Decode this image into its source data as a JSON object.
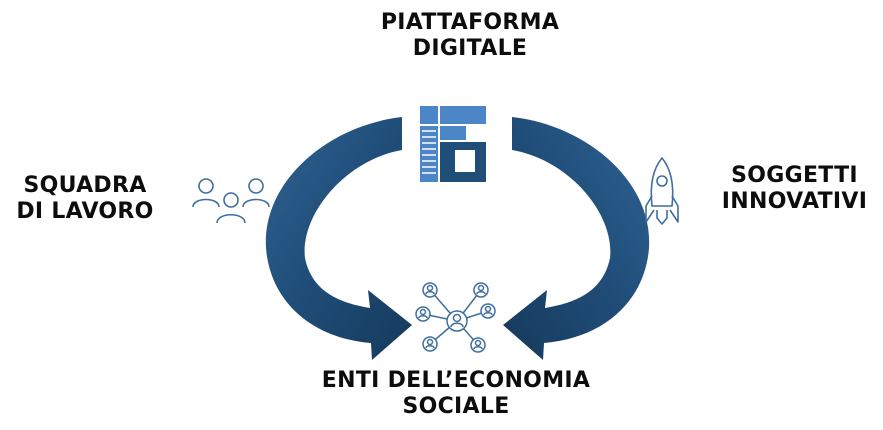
{
  "nodes": {
    "platform": {
      "line1": "PIATTAFORMA",
      "line2": "DIGITALE",
      "icon": "digital-platform-logo-icon"
    },
    "team": {
      "line1": "SQUADRA",
      "line2": "DI LAVORO",
      "icon": "people-group-icon"
    },
    "innovators": {
      "line1": "SOGGETTI",
      "line2": "INNOVATIVI",
      "icon": "rocket-icon"
    },
    "social_economy": {
      "line1": "ENTI DELL’ECONOMIA",
      "line2": "SOCIALE",
      "icon": "network-people-icon"
    }
  },
  "colors": {
    "arrow_dark": "#1b3f62",
    "arrow_mid": "#275b88",
    "logo_light": "#4c86c6",
    "logo_dark": "#1f4e79",
    "icon_line": "#3f6f9e",
    "text": "#0d0d0d"
  }
}
